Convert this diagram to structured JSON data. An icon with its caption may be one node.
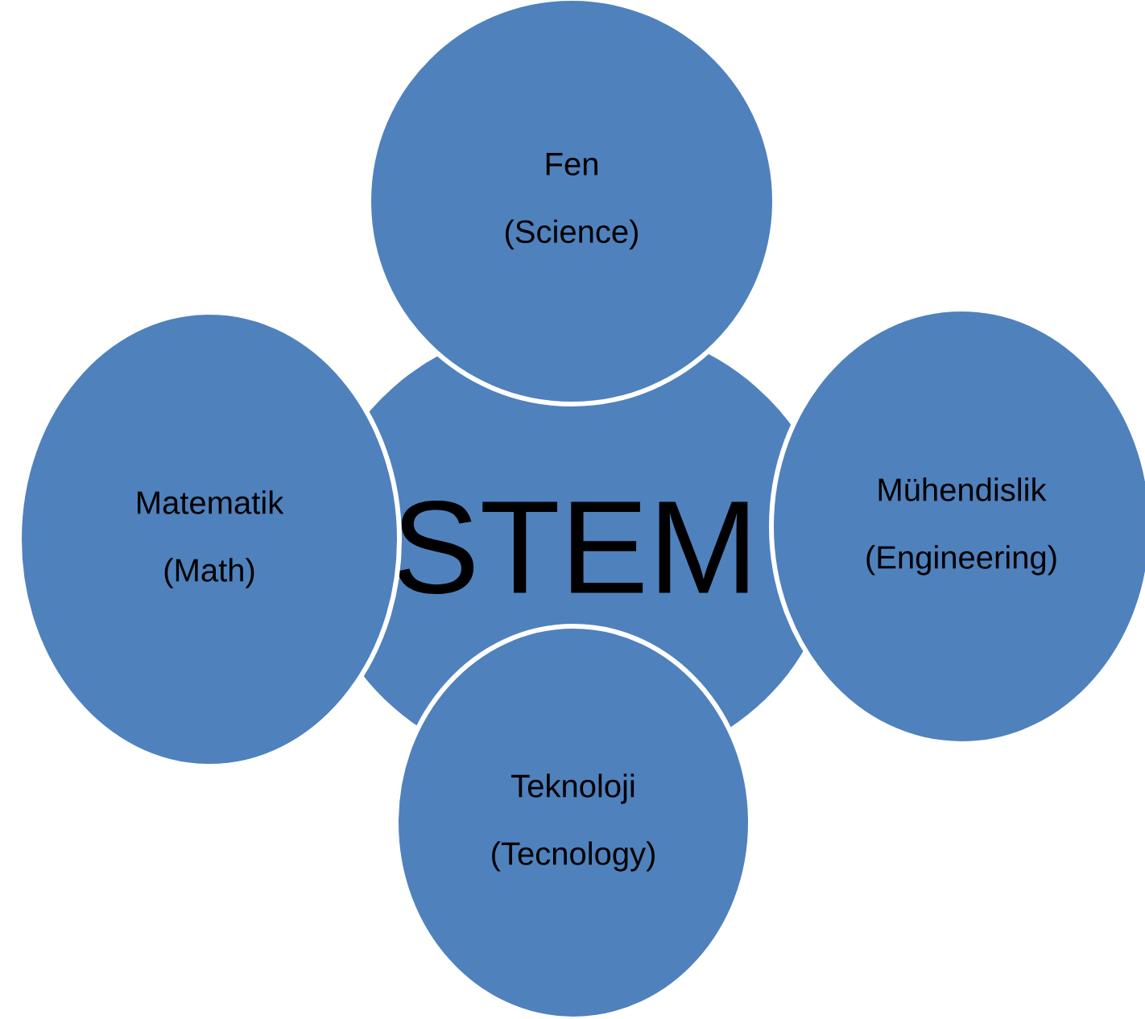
{
  "diagram": {
    "nodes": [
      {
        "text": [
          "Fen",
          "(Science)"
        ]
      },
      {
        "text": [
          "Matematik",
          "(Math)"
        ]
      },
      {
        "text": [
          "STEM"
        ]
      },
      {
        "text": [
          "Mühendislik",
          "(Engineering)"
        ]
      },
      {
        "text": [
          "Teknoloji",
          "(Tecnology)"
        ]
      }
    ]
  }
}
